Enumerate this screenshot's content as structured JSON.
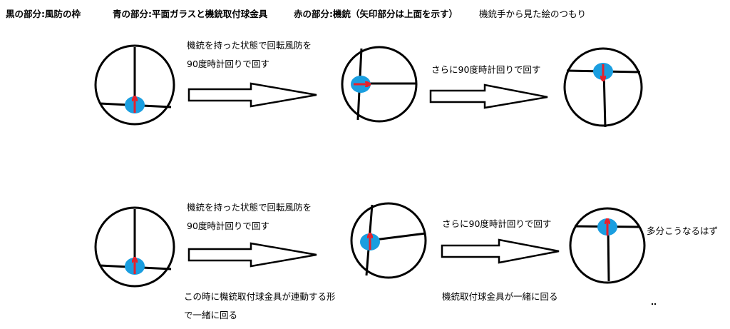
{
  "legend": {
    "black": "黒の部分:風防の枠",
    "blue": "青の部分:平面ガラスと機銃取付球金具",
    "red": "赤の部分:機銃（矢印部分は上面を示す）",
    "view": "機銃手から見た絵のつもり"
  },
  "row1": {
    "step1_line1": "機銃を持った状態で回転風防を",
    "step1_line2": "90度時計回りで回す",
    "step2": "さらに90度時計回りで回す"
  },
  "row2": {
    "step1_line1": "機銃を持った状態で回転風防を",
    "step1_line2": "90度時計回りで回す",
    "step2": "さらに90度時計回りで回す",
    "result": "多分こうなるはず",
    "note1_line1": "この時に機銃取付球金具が連動する形",
    "note1_line2": "で一緒に回る",
    "note2": "機銃取付球金具が一緒に回る"
  },
  "colors": {
    "frame": "#000000",
    "glass": "#1a9ee0",
    "gun": "#e8202a",
    "arrow_outline": "#000000"
  }
}
